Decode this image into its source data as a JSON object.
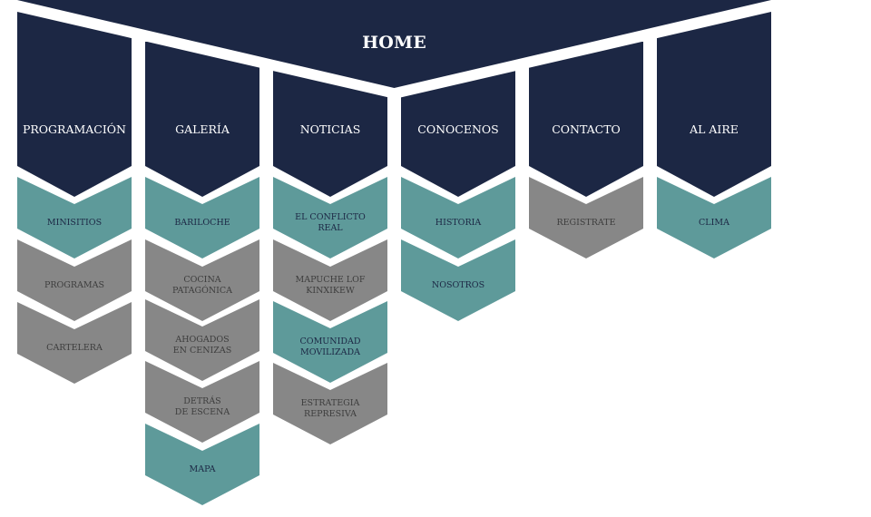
{
  "colors": {
    "navy": "#1c2744",
    "teal": "#5e9a9a",
    "gray": "#878787"
  },
  "home": {
    "label": "HOME"
  },
  "columns": [
    {
      "label": "PROGRAMACIÓN",
      "items": [
        {
          "label": "MINISITIOS",
          "style": "teal"
        },
        {
          "label": "PROGRAMAS",
          "style": "gray"
        },
        {
          "label": "CARTELERA",
          "style": "gray"
        }
      ]
    },
    {
      "label": "GALERÍA",
      "items": [
        {
          "label": "BARILOCHE",
          "style": "teal"
        },
        {
          "label": "COCINA PATAGÓNICA",
          "lines": [
            "COCINA",
            "PATAGÓNICA"
          ],
          "style": "gray"
        },
        {
          "label": "AHOGADOS EN CENIZAS",
          "lines": [
            "AHOGADOS",
            "EN CENIZAS"
          ],
          "style": "gray"
        },
        {
          "label": "DETRÁS DE ESCENA",
          "lines": [
            "DETRÁS",
            "DE ESCENA"
          ],
          "style": "gray"
        },
        {
          "label": "MAPA",
          "style": "teal"
        }
      ]
    },
    {
      "label": "NOTICIAS",
      "items": [
        {
          "label": "EL CONFLICTO REAL",
          "lines": [
            "EL CONFLICTO",
            "REAL"
          ],
          "style": "teal"
        },
        {
          "label": "MAPUCHE LOF KINXIKEW",
          "lines": [
            "MAPUCHE LOF",
            "KINXIKEW"
          ],
          "style": "gray"
        },
        {
          "label": "COMUNIDAD MOVILIZADA",
          "lines": [
            "COMUNIDAD",
            "MOVILIZADA"
          ],
          "style": "teal"
        },
        {
          "label": "ESTRATEGIA REPRESIVA",
          "lines": [
            "ESTRATEGIA",
            "REPRESIVA"
          ],
          "style": "gray"
        }
      ]
    },
    {
      "label": "CONOCENOS",
      "items": [
        {
          "label": "HISTORIA",
          "style": "teal"
        },
        {
          "label": "NOSOTROS",
          "style": "teal"
        }
      ]
    },
    {
      "label": "CONTACTO",
      "items": [
        {
          "label": "REGISTRATE",
          "style": "gray"
        }
      ]
    },
    {
      "label": "AL AIRE",
      "items": [
        {
          "label": "CLIMA",
          "style": "teal"
        }
      ]
    }
  ]
}
